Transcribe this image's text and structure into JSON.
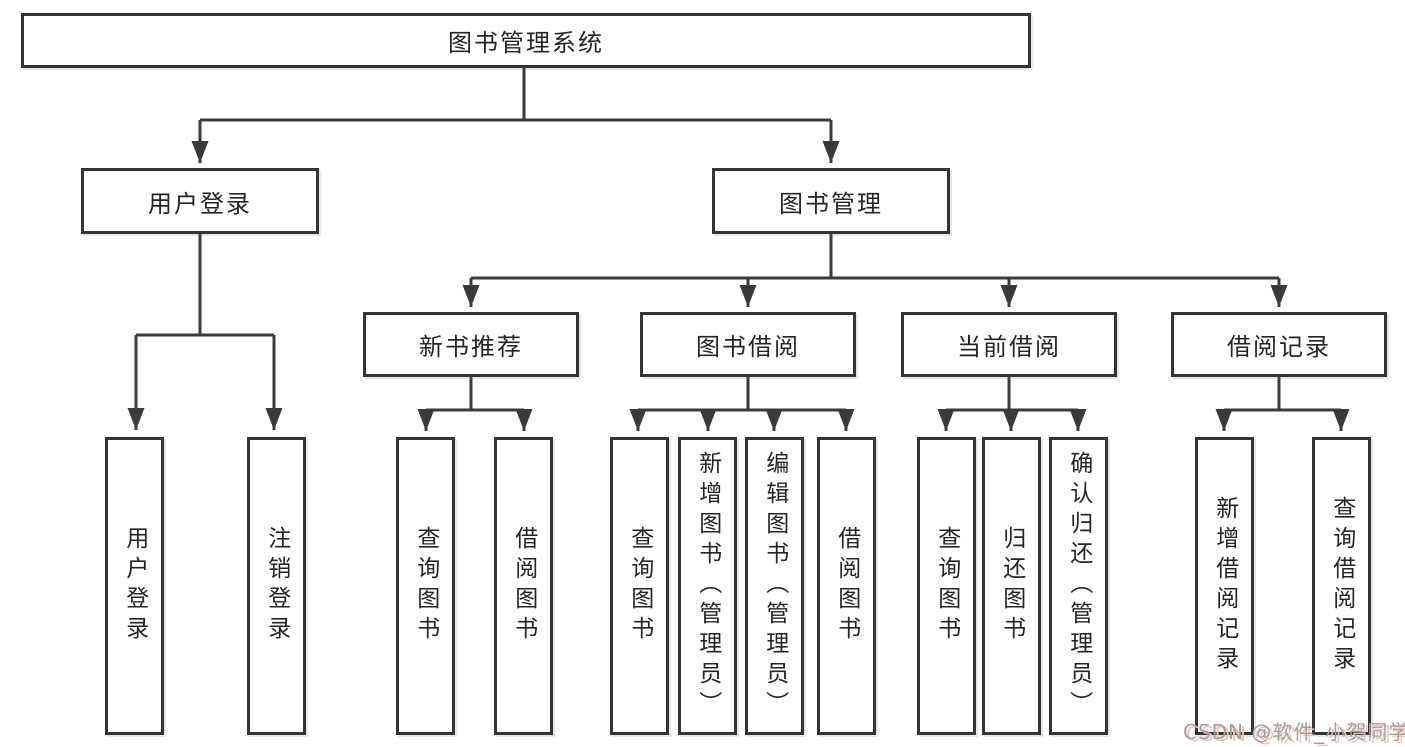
{
  "diagram": {
    "title": "图书管理系统",
    "level2": [
      {
        "label": "用户登录"
      },
      {
        "label": "图书管理"
      }
    ],
    "level3": [
      {
        "label": "新书推荐",
        "parent": "图书管理"
      },
      {
        "label": "图书借阅",
        "parent": "图书管理"
      },
      {
        "label": "当前借阅",
        "parent": "图书管理"
      },
      {
        "label": "借阅记录",
        "parent": "图书管理"
      }
    ],
    "leaves": [
      {
        "label": "用户登录",
        "parent": "用户登录"
      },
      {
        "label": "注销登录",
        "parent": "用户登录"
      },
      {
        "label": "查询图书",
        "parent": "新书推荐"
      },
      {
        "label": "借阅图书",
        "parent": "新书推荐"
      },
      {
        "label": "查询图书",
        "parent": "图书借阅"
      },
      {
        "label": "新增图书（管理员）",
        "parent": "图书借阅"
      },
      {
        "label": "编辑图书（管理员）",
        "parent": "图书借阅"
      },
      {
        "label": "借阅图书",
        "parent": "图书借阅"
      },
      {
        "label": "查询图书",
        "parent": "当前借阅"
      },
      {
        "label": "归还图书",
        "parent": "当前借阅"
      },
      {
        "label": "确认归还（管理员）",
        "parent": "当前借阅"
      },
      {
        "label": "新增借阅记录",
        "parent": "借阅记录"
      },
      {
        "label": "查询借阅记录",
        "parent": "借阅记录"
      }
    ],
    "colors": {
      "line": "#3a3a3a",
      "box_border": "#343434",
      "box_fill": "#ffffff",
      "text": "#232528"
    }
  },
  "watermark": {
    "text": "CSDN @软件_小贺同学",
    "color": "#a0a0a4",
    "shadow_color": "#f6beb6"
  }
}
